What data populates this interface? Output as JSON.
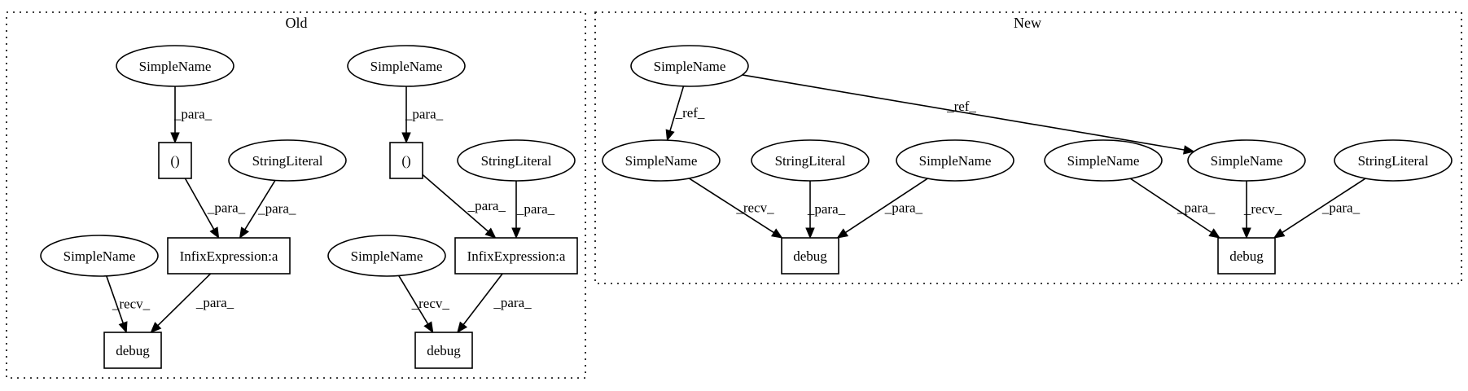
{
  "clusters": [
    {
      "id": "old",
      "title": "Old"
    },
    {
      "id": "new",
      "title": "New"
    }
  ],
  "nodes": [
    {
      "id": "o_sn1",
      "cluster": "old",
      "shape": "ellipse",
      "label": "SimpleName"
    },
    {
      "id": "o_sn2",
      "cluster": "old",
      "shape": "ellipse",
      "label": "SimpleName"
    },
    {
      "id": "o_par1",
      "cluster": "old",
      "shape": "box",
      "label": "()"
    },
    {
      "id": "o_par2",
      "cluster": "old",
      "shape": "box",
      "label": "()"
    },
    {
      "id": "o_sl1",
      "cluster": "old",
      "shape": "ellipse",
      "label": "StringLiteral"
    },
    {
      "id": "o_sl2",
      "cluster": "old",
      "shape": "ellipse",
      "label": "StringLiteral"
    },
    {
      "id": "o_inf1",
      "cluster": "old",
      "shape": "box",
      "label": "InfixExpression:a"
    },
    {
      "id": "o_inf2",
      "cluster": "old",
      "shape": "box",
      "label": "InfixExpression:a"
    },
    {
      "id": "o_sn3",
      "cluster": "old",
      "shape": "ellipse",
      "label": "SimpleName"
    },
    {
      "id": "o_sn4",
      "cluster": "old",
      "shape": "ellipse",
      "label": "SimpleName"
    },
    {
      "id": "o_dbg1",
      "cluster": "old",
      "shape": "box",
      "label": "debug"
    },
    {
      "id": "o_dbg2",
      "cluster": "old",
      "shape": "box",
      "label": "debug"
    },
    {
      "id": "n_top",
      "cluster": "new",
      "shape": "ellipse",
      "label": "SimpleName"
    },
    {
      "id": "n_sn1",
      "cluster": "new",
      "shape": "ellipse",
      "label": "SimpleName"
    },
    {
      "id": "n_sl1",
      "cluster": "new",
      "shape": "ellipse",
      "label": "StringLiteral"
    },
    {
      "id": "n_sn2",
      "cluster": "new",
      "shape": "ellipse",
      "label": "SimpleName"
    },
    {
      "id": "n_sn3",
      "cluster": "new",
      "shape": "ellipse",
      "label": "SimpleName"
    },
    {
      "id": "n_sn4",
      "cluster": "new",
      "shape": "ellipse",
      "label": "SimpleName"
    },
    {
      "id": "n_sl2",
      "cluster": "new",
      "shape": "ellipse",
      "label": "StringLiteral"
    },
    {
      "id": "n_dbg1",
      "cluster": "new",
      "shape": "box",
      "label": "debug"
    },
    {
      "id": "n_dbg2",
      "cluster": "new",
      "shape": "box",
      "label": "debug"
    }
  ],
  "edges": [
    {
      "from": "o_sn1",
      "to": "o_par1",
      "label": "_para_"
    },
    {
      "from": "o_sn2",
      "to": "o_par2",
      "label": "_para_"
    },
    {
      "from": "o_par1",
      "to": "o_inf1",
      "label": "_para_"
    },
    {
      "from": "o_sl1",
      "to": "o_inf1",
      "label": "_para_"
    },
    {
      "from": "o_par2",
      "to": "o_inf2",
      "label": "_para_"
    },
    {
      "from": "o_sl2",
      "to": "o_inf2",
      "label": "_para_"
    },
    {
      "from": "o_sn3",
      "to": "o_dbg1",
      "label": "_recv_"
    },
    {
      "from": "o_inf1",
      "to": "o_dbg1",
      "label": "_para_"
    },
    {
      "from": "o_sn4",
      "to": "o_dbg2",
      "label": "_recv_"
    },
    {
      "from": "o_inf2",
      "to": "o_dbg2",
      "label": "_para_"
    },
    {
      "from": "n_top",
      "to": "n_sn1",
      "label": "_ref_"
    },
    {
      "from": "n_top",
      "to": "n_sn4",
      "label": "_ref_"
    },
    {
      "from": "n_sn1",
      "to": "n_dbg1",
      "label": "_recv_"
    },
    {
      "from": "n_sl1",
      "to": "n_dbg1",
      "label": "_para_"
    },
    {
      "from": "n_sn2",
      "to": "n_dbg1",
      "label": "_para_"
    },
    {
      "from": "n_sn3",
      "to": "n_dbg2",
      "label": "_para_"
    },
    {
      "from": "n_sn4",
      "to": "n_dbg2",
      "label": "_recv_"
    },
    {
      "from": "n_sl2",
      "to": "n_dbg2",
      "label": "_para_"
    }
  ]
}
